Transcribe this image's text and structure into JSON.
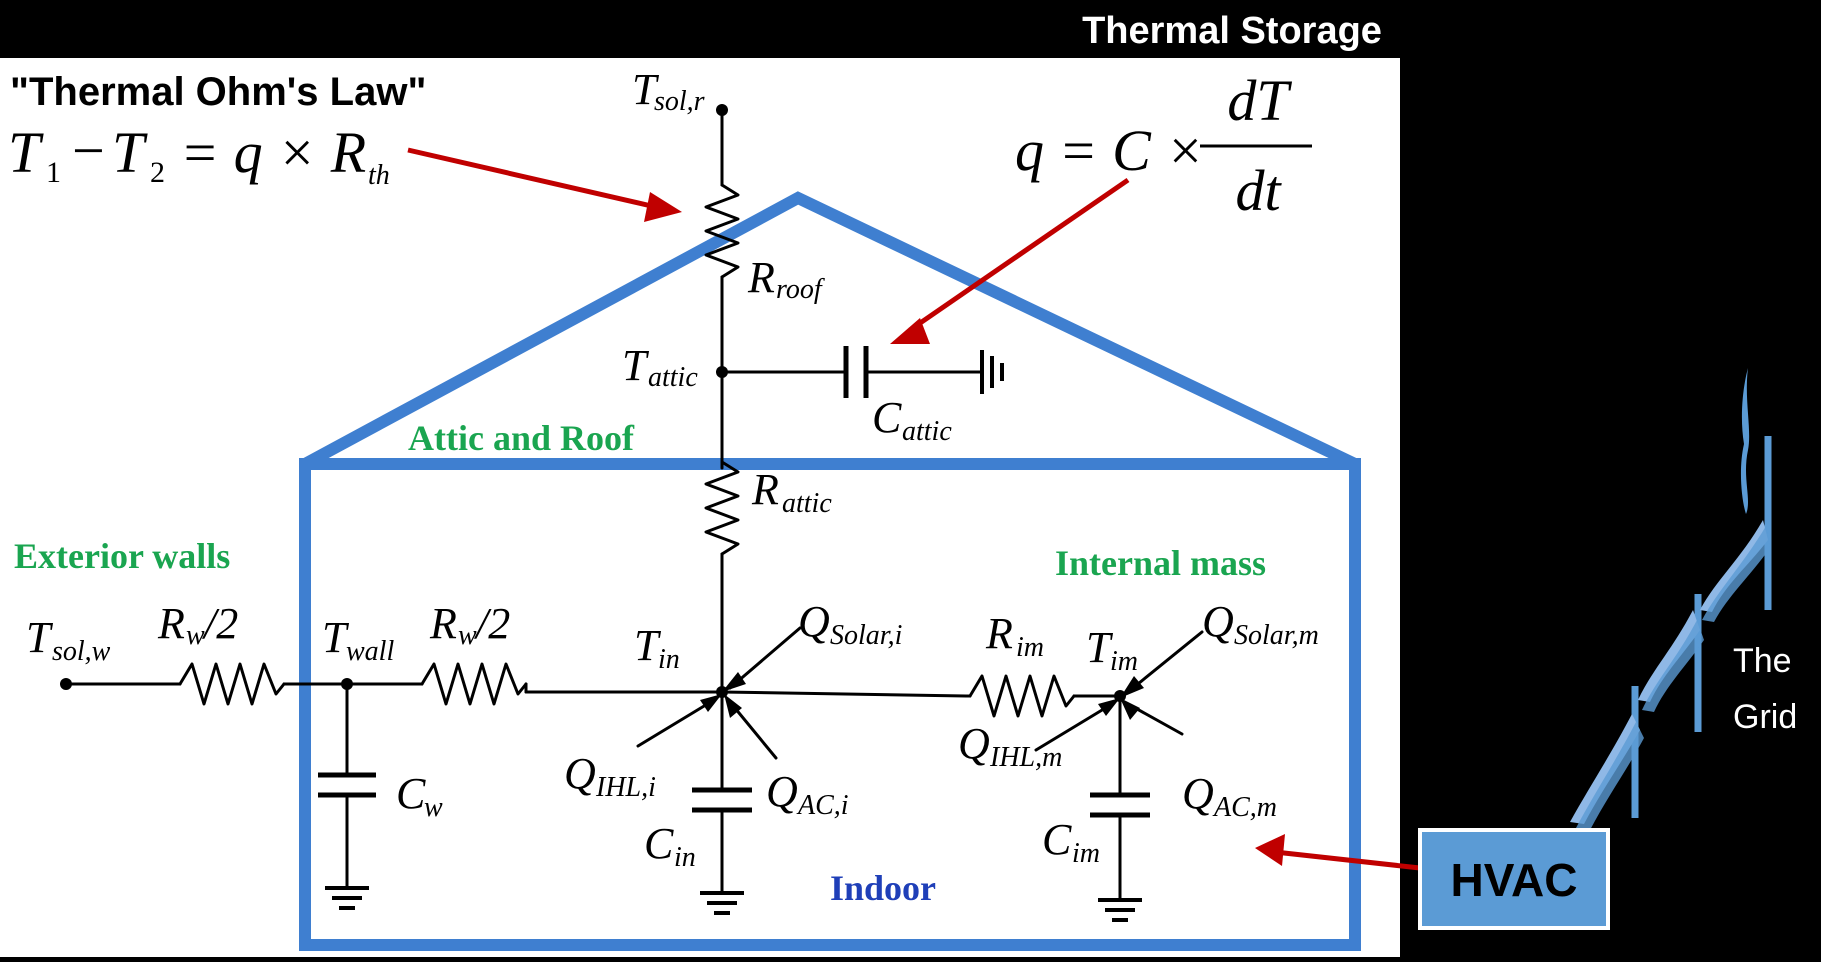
{
  "header": {
    "thermal_storage": "Thermal Storage",
    "ohms_law_title": "\"Thermal Ohm's Law\""
  },
  "equations": {
    "ohm_lhs": "T",
    "ohm_sub1": "1",
    "ohm_minus": "−",
    "ohm_T2": "T",
    "ohm_sub2": "2",
    "ohm_eq": "= q × R",
    "ohm_sub_th": "th",
    "storage_lhs": "q = C ×",
    "storage_num": "dT",
    "storage_den": "dt"
  },
  "regions": {
    "attic_roof": "Attic and Roof",
    "exterior_walls": "Exterior walls",
    "internal_mass": "Internal mass",
    "indoor": "Indoor"
  },
  "nodes": {
    "tsolr": {
      "main": "T",
      "sub": "sol,r"
    },
    "rroof": {
      "main": "R",
      "sub": "roof"
    },
    "tattic": {
      "main": "T",
      "sub": "attic"
    },
    "cattic": {
      "main": "C",
      "sub": "attic"
    },
    "rattic": {
      "main": "R",
      "sub": "attic"
    },
    "tsolw": {
      "main": "T",
      "sub": "sol,w"
    },
    "rw_left": {
      "main": "R",
      "sub": "w",
      "tail": "/2"
    },
    "twall": {
      "main": "T",
      "sub": "wall"
    },
    "rw_right": {
      "main": "R",
      "sub": "w",
      "tail": "/2"
    },
    "cw": {
      "main": "C",
      "sub": "w"
    },
    "tin": {
      "main": "T",
      "sub": "in"
    },
    "qsolari": {
      "main": "Q",
      "sub": "Solar,i"
    },
    "qihli": {
      "main": "Q",
      "sub": "IHL,i"
    },
    "qaci": {
      "main": "Q",
      "sub": "AC,i"
    },
    "cin": {
      "main": "C",
      "sub": "in"
    },
    "rim": {
      "main": "R",
      "sub": "im"
    },
    "tim": {
      "main": "T",
      "sub": "im"
    },
    "qsolarm": {
      "main": "Q",
      "sub": "Solar,m"
    },
    "qihlm": {
      "main": "Q",
      "sub": "IHL,m"
    },
    "qacm": {
      "main": "Q",
      "sub": "AC,m"
    },
    "cim": {
      "main": "C",
      "sub": "im"
    }
  },
  "grid": {
    "label_line1": "The",
    "label_line2": "Grid"
  },
  "hvac": {
    "label": "HVAC"
  },
  "colors": {
    "house": "#3f7fd0",
    "arrow": "#c00000",
    "region_green": "#1aa550",
    "region_blue": "#1f3fb8",
    "hvac_fill": "#5b9bd5"
  }
}
